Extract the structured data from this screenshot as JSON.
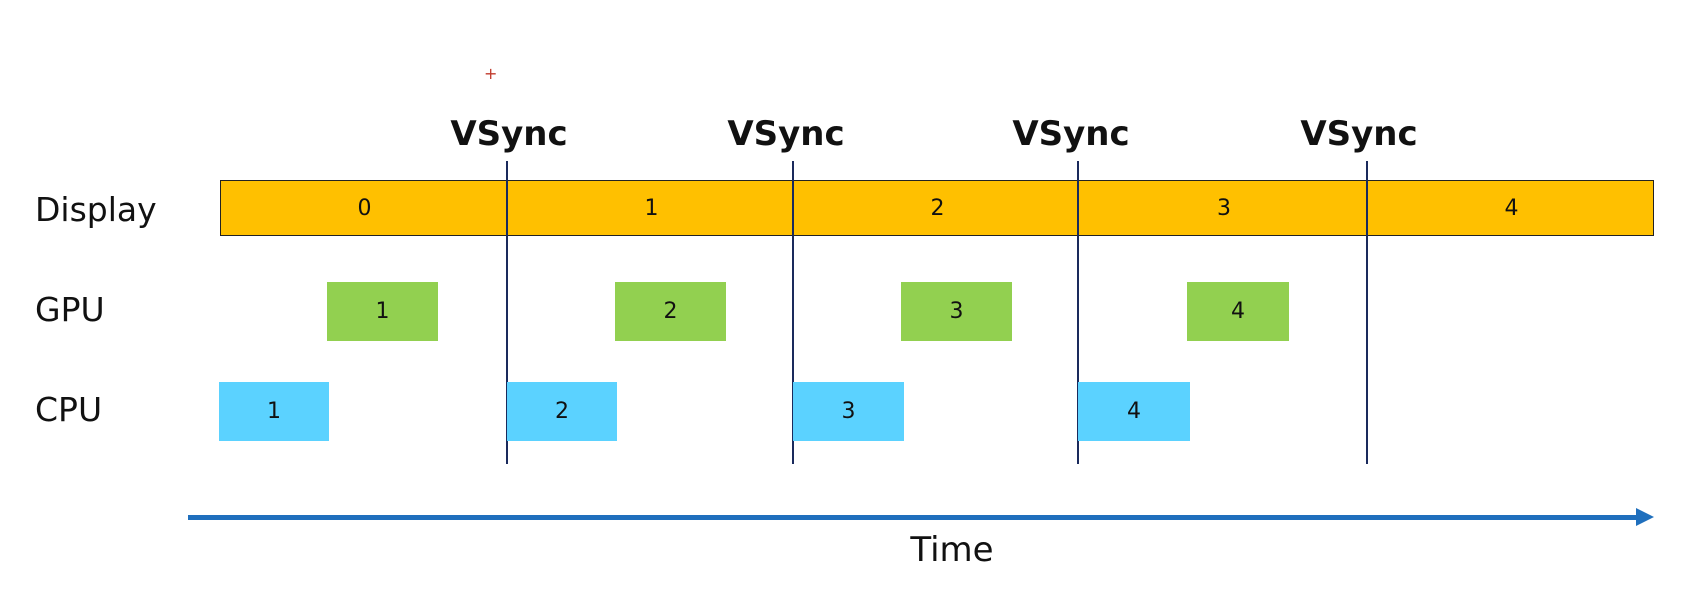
{
  "marker": "+",
  "rows": {
    "display": "Display",
    "gpu": "GPU",
    "cpu": "CPU"
  },
  "vsync": [
    "VSync",
    "VSync",
    "VSync",
    "VSync"
  ],
  "display_frames": [
    "0",
    "1",
    "2",
    "3",
    "4"
  ],
  "gpu_frames": [
    "1",
    "2",
    "3",
    "4"
  ],
  "cpu_frames": [
    "1",
    "2",
    "3",
    "4"
  ],
  "axis": {
    "label": "Time"
  },
  "colors": {
    "display": "#ffc000",
    "gpu": "#92d050",
    "cpu": "#5bd2ff",
    "vsync_line": "#1a2a5c",
    "axis": "#1f6fbd"
  }
}
